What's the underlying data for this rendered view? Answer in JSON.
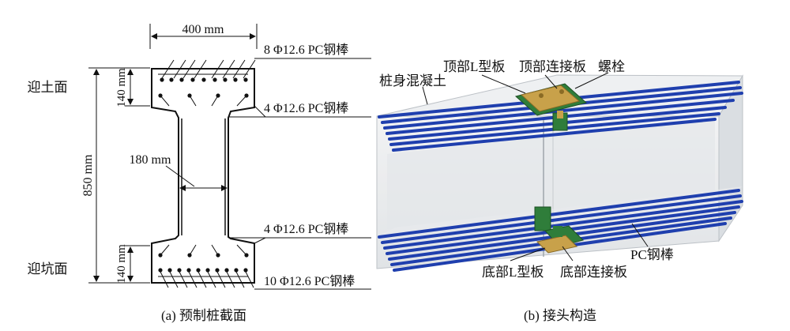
{
  "left": {
    "dim_width": "400 mm",
    "dim_height": "850 mm",
    "dim_web": "180 mm",
    "dim_top_flange": "140 mm",
    "dim_bottom_flange": "140 mm",
    "face_top": "迎土面",
    "face_bottom": "迎坑面",
    "rebar_1": "8 Φ12.6 PC钢棒",
    "rebar_2": "4 Φ12.6 PC钢棒",
    "rebar_3": "4 Φ12.6 PC钢棒",
    "rebar_4": "10 Φ12.6 PC钢棒",
    "caption": "(a) 预制桩截面"
  },
  "right": {
    "label_pile_concrete": "桩身混凝土",
    "label_top_l_plate": "顶部L型板",
    "label_top_connect_plate": "顶部连接板",
    "label_bolt": "螺栓",
    "label_pc_bar": "PC钢棒",
    "label_bottom_l_plate": "底部L型板",
    "label_bottom_connect_plate": "底部连接板",
    "caption": "(b) 接头构造"
  },
  "colors": {
    "rebar_blue": "#1f3fae",
    "plate_green": "#2f7d3a",
    "bolt_plate": "#c8a14a",
    "concrete": "#e6e8ea"
  }
}
